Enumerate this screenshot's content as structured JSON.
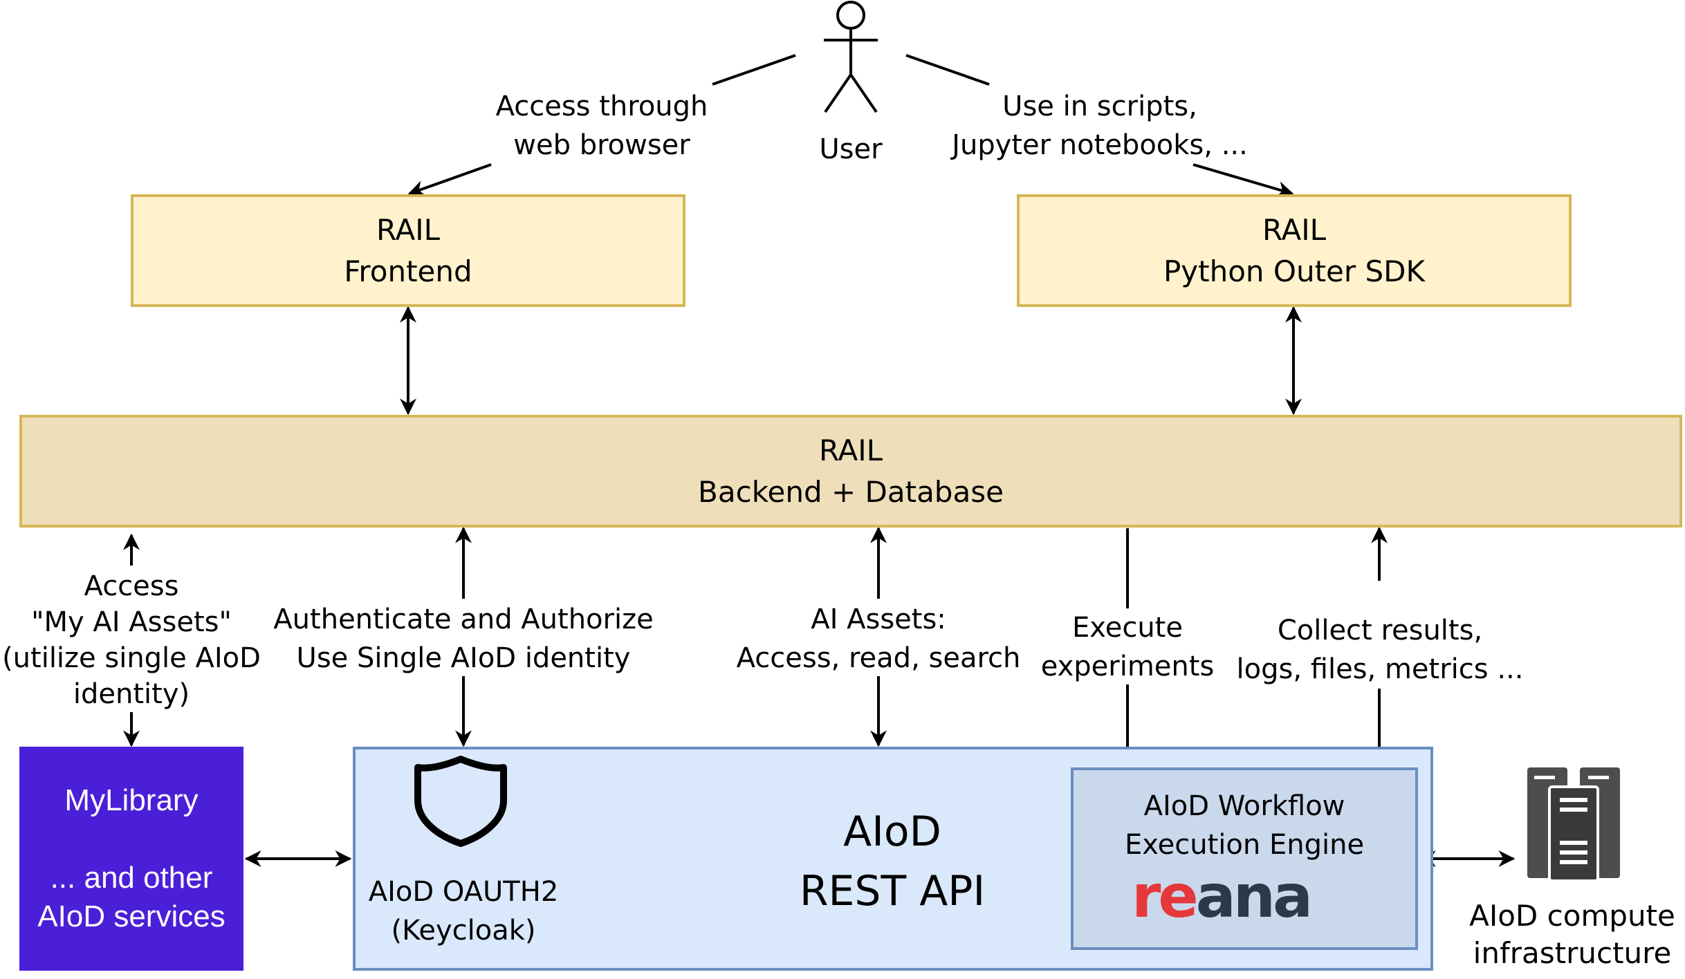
{
  "user": {
    "label": "User"
  },
  "edges": {
    "browser": [
      "Access through",
      "web browser"
    ],
    "scripts": [
      "Use in scripts,",
      "Jupyter notebooks, ..."
    ],
    "access_assets": [
      "Access",
      "\"My AI Assets\"",
      "(utilize single AIoD",
      "identity)"
    ],
    "auth": [
      "Authenticate and Authorize",
      "Use Single AIoD identity"
    ],
    "assets": [
      "AI Assets:",
      "Access, read, search"
    ],
    "execute": [
      "Execute",
      "experiments"
    ],
    "collect": [
      "Collect results,",
      "logs, files, metrics ..."
    ]
  },
  "boxes": {
    "frontend": [
      "RAIL",
      "Frontend"
    ],
    "sdk": [
      "RAIL",
      "Python Outer SDK"
    ],
    "backend": [
      "RAIL",
      "Backend + Database"
    ],
    "mylibrary": {
      "title": "MyLibrary",
      "sub": [
        "... and other",
        "AIoD services"
      ]
    },
    "rest_api": [
      "AIoD",
      "REST API"
    ],
    "oauth": [
      "AIoD OAUTH2",
      "(Keycloak)"
    ],
    "workflow": [
      "AIoD Workflow",
      "Execution Engine"
    ],
    "reana_logo": {
      "text": "reana",
      "re_color": "#e5383b",
      "ana_color": "#2b3a4a"
    },
    "compute": [
      "AIoD compute",
      "infrastructure"
    ]
  },
  "icons": {
    "user": "stick-figure-icon",
    "oauth": "shield-icon",
    "compute": "server-rack-icon"
  }
}
